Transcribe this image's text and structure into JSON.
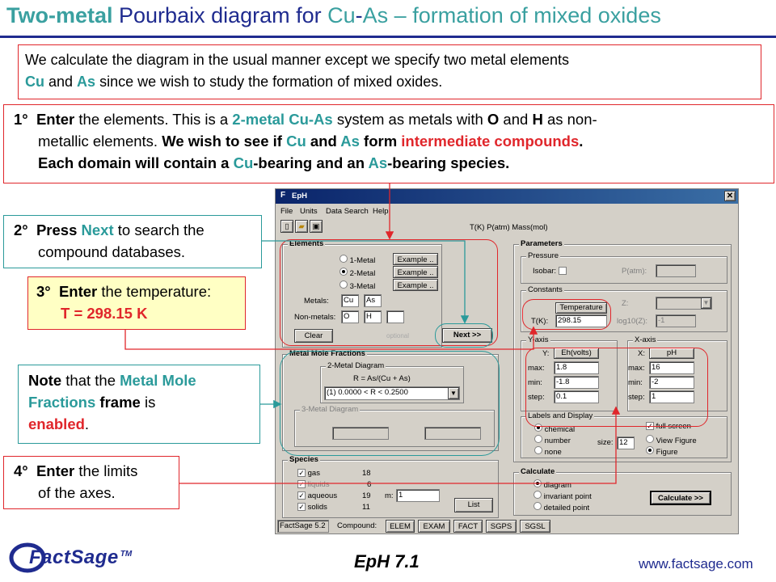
{
  "title": {
    "part1": "Two-metal",
    "part2": " Pourbaix diagram for ",
    "part3": "Cu",
    "part4": "-",
    "part5": "As",
    "part6": " – formation of mixed oxides"
  },
  "intro": {
    "l1": "We calculate the diagram in the usual manner except we specify two metal elements",
    "cu": "Cu",
    "and": " and ",
    "as": "As",
    "rest": " since we wish to study the formation of mixed oxides."
  },
  "step1": {
    "num": "1°",
    "enter": "Enter",
    "t1": " the elements. This is a ",
    "twometal": "2-metal Cu-As",
    "t2": " system as metals with ",
    "o": "O",
    "and": " and ",
    "h": "H",
    "t3": " as non-",
    "t4": "metallic elements. ",
    "bold1": "We wish to see if ",
    "cu": "Cu",
    "and2": " and ",
    "as": "As",
    "bold2": " form ",
    "inter": "intermediate compounds",
    "dot": ".",
    "t5a": "Each domain will contain a ",
    "cu2": "Cu",
    "t5b": "-bearing and an ",
    "as2": "As",
    "t5c": "-bearing species."
  },
  "step2": {
    "num": "2°",
    "press": "Press",
    "next": "Next",
    "t1": " to search the",
    "t2": "compound databases."
  },
  "step3": {
    "num": "3°",
    "enter": "Enter",
    "t1": " the temperature:",
    "t2": "T = 298.15 K"
  },
  "note": {
    "note": "Note",
    "t1": " that the ",
    "mmf": "Metal Mole",
    "mmf2": "Fractions",
    "t2": " frame",
    "t3": " is",
    "en": "enabled",
    "dot": "."
  },
  "step4": {
    "num": "4°",
    "enter": "Enter",
    "t1": " the limits",
    "t2": "of the axes."
  },
  "footer": {
    "brand": "FactSage",
    "tm": "TM",
    "center": "EpH  7.1",
    "url": "www.factsage.com"
  },
  "window": {
    "title": "EpH",
    "menu": [
      "File",
      "Units",
      "Data Search",
      "Help"
    ],
    "header_info": "T(K)  P(atm)  Mass(mol)",
    "elements": {
      "label": "Elements",
      "opts": [
        "1-Metal",
        "2-Metal",
        "3-Metal"
      ],
      "example": "Example ..",
      "metals_label": "Metals:",
      "metal1": "Cu",
      "metal2": "As",
      "nonmetals_label": "Non-metals:",
      "nm1": "O",
      "nm2": "H",
      "clear": "Clear",
      "optional": "optional",
      "next": "Next >>"
    },
    "mmf": {
      "label": "Metal Mole Fractions",
      "two": "2-Metal Diagram",
      "ratio": "R = As/(Cu + As)",
      "select": "(1)  0.0000 < R < 0.2500",
      "three": "3-Metal Diagram"
    },
    "species": {
      "label": "Species",
      "rows": [
        {
          "name": "gas",
          "n": "18"
        },
        {
          "name": "liquids",
          "n": "6"
        },
        {
          "name": "aqueous",
          "n": "19"
        },
        {
          "name": "solids",
          "n": "11"
        }
      ],
      "m_label": "m:",
      "m_val": "1",
      "list": "List"
    },
    "params": {
      "label": "Parameters",
      "pressure": "Pressure",
      "isobar": "Isobar:",
      "patm": "P(atm):",
      "constants": "Constants",
      "z": "Z:",
      "temperature": "Temperature",
      "tk": "T(K):",
      "tval": "298.15",
      "log": "log10(Z):",
      "logval": "-1"
    },
    "yaxis": {
      "label": "Y-axis",
      "y": "Y:",
      "yv": "Eh(volts)",
      "max": "max:",
      "maxv": "1.8",
      "min": "min:",
      "minv": "-1.8",
      "step": "step:",
      "stepv": "0.1"
    },
    "xaxis": {
      "label": "X-axis",
      "x": "X:",
      "xv": "pH",
      "max": "max:",
      "maxv": "16",
      "min": "min:",
      "minv": "-2",
      "step": "step:",
      "stepv": "1"
    },
    "labels": {
      "label": "Labels and Display",
      "opts": [
        "chemical",
        "number",
        "none"
      ],
      "size": "size:",
      "sizev": "12",
      "checks": [
        "full screen",
        "View Figure",
        "Figure"
      ]
    },
    "calc": {
      "label": "Calculate",
      "opts": [
        "diagram",
        "invariant point",
        "detailed point"
      ],
      "btn": "Calculate >>"
    },
    "status": {
      "ver": "FactSage 5.2",
      "compound": "Compound:",
      "tabs": [
        "ELEM",
        "EXAM",
        "FACT",
        "SGPS",
        "SGSL"
      ]
    }
  }
}
